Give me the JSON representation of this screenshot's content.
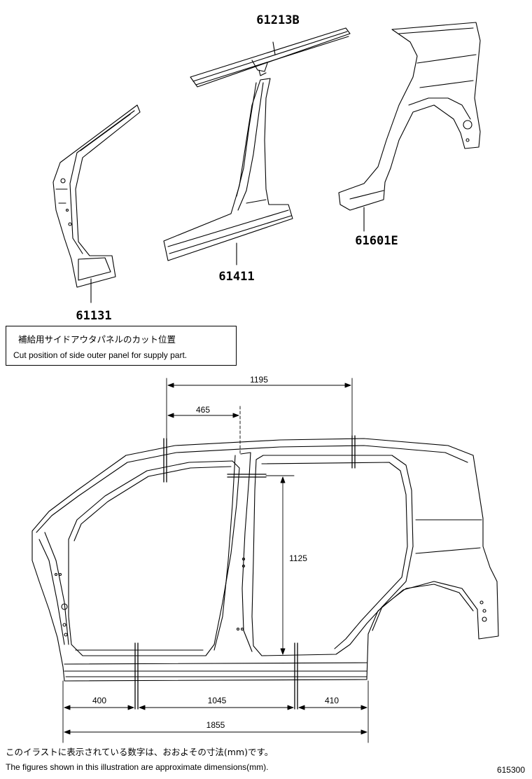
{
  "parts": {
    "roof_rail": "61213B",
    "center_pillar": "61411",
    "quarter_panel": "61601E",
    "front_pillar": "61131"
  },
  "note": {
    "japanese": "補給用サイドアウタパネルのカット位置",
    "english": "Cut position of side outer panel for supply part."
  },
  "dimensions": {
    "top_overall": "1195",
    "top_partial": "465",
    "pillar_height": "1125",
    "bottom_front": "400",
    "bottom_middle": "1045",
    "bottom_rear": "410",
    "bottom_overall": "1855"
  },
  "footer": {
    "japanese": "このイラストに表示されている数字は、おおよその寸法(mm)です。",
    "english": "The figures shown in this illustration are approximate dimensions(mm).",
    "figure_code": "615300"
  }
}
